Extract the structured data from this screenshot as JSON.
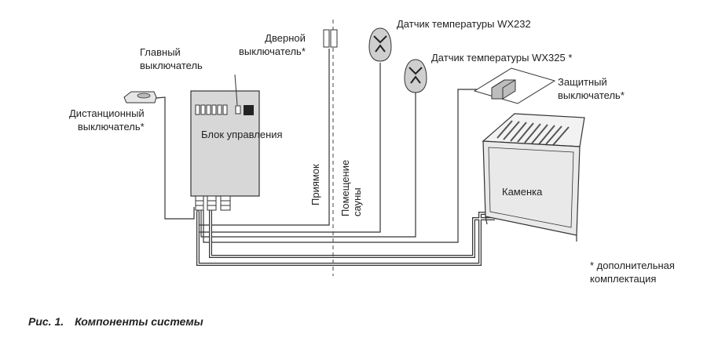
{
  "labels": {
    "main_switch": "Главный\nвыключатель",
    "remote_switch": "Дистанционный\nвыключатель*",
    "control_unit": "Блок управления",
    "door_switch": "Дверной\nвыключатель*",
    "sensor_wx232": "Датчик температуры WX232",
    "sensor_wx325": "Датчик температуры WX325 *",
    "safety_switch": "Защитный\nвыключатель*",
    "stove": "Каменка",
    "anteroom": "Приямок",
    "sauna_room": "Помещение\nсауны",
    "optional_note": "* дополнительная\nкомплектация"
  },
  "caption": {
    "number": "Рис. 1.",
    "title": "Компоненты системы"
  },
  "colors": {
    "line": "#333333",
    "control_unit_fill": "#d7d7d7",
    "stove_fill": "#e9e9e9",
    "cable_gray": "#8a8a8a"
  }
}
